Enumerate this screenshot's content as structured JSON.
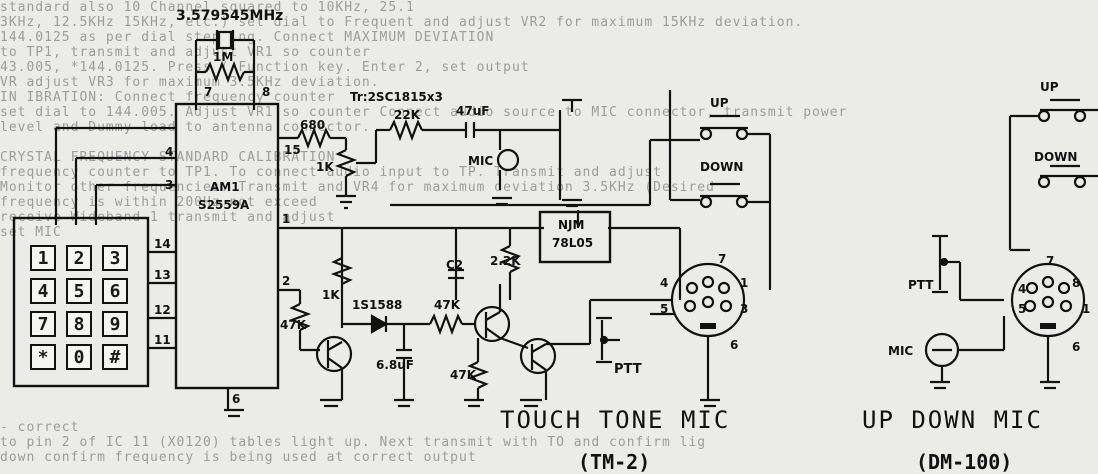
{
  "background_text": [
    "                                      standard also 10  Channel squared to 10KHz, 25.1",
    "  3KHz, 12.5KHz 15KHz, etc.) set dial to   Frequent and adjust VR2 for maximum 15KHz deviation.",
    "  144.0125 as per dial stepping. Connect                    MAXIMUM DEVIATION",
    "  to TP1, transmit and adjust VR1 so counter",
    "  43.005, *144.0125.              Press (  Function key. Enter 2, set output",
    "                                  VR adjust VR3 for maximum 3.5KHz deviation.",
    "  IN IBRATION: Connect frequency counter",
    "  set dial to 144.005. Adjust VR1 so counter      Connect audio source to MIC connector, transmit power",
    "                                    level and Dummy load to antenna connector.",
    "",
    "  CRYSTAL FREQUENCY STANDARD CALIBRATION",
    "    frequency counter to TP1.  To      connect audio input to TP. Transmit and adjust",
    "    Monitor other frequencies. Transmit and  VR4 for maximum deviation 3.5KHz (Desired",
    "    frequency is within 200Hz   not exceed",
    "                            receive       Wideband 1 transmit and adjust",
    "                                                     set MIC",
    "",
    "",
    "",
    "",
    "",
    "",
    "",
    "",
    "",
    "",
    "",
    "",
    "  - correct",
    "  to pin 2 of IC 11 (X0120) tables       light up. Next transmit with TO and confirm lig",
    "  down        confirm frequency         is being used at correct                 output"
  ],
  "crystal": {
    "freq": "3.579545MHz",
    "resistor": "1M"
  },
  "ic_main": {
    "name_line1": "AM1",
    "name_line2": "S2559A"
  },
  "ic_pins": {
    "p7": "7",
    "p8": "8",
    "p15": "15",
    "p4": "4",
    "p3": "3",
    "p1": "1",
    "p14": "14",
    "p13": "13",
    "p12": "12",
    "p11": "11",
    "p2": "2",
    "p6": "6"
  },
  "keypad_keys": [
    "1",
    "2",
    "3",
    "4",
    "5",
    "6",
    "7",
    "8",
    "9",
    "*",
    "0",
    "#"
  ],
  "components": {
    "transistor_type": "Tr:2SC1815x3",
    "r_680": "680",
    "r_22k": "22K",
    "c_47uf": "47uF",
    "vr_1k": "1K",
    "mic_ic": "MIC",
    "r_1k_b": "1K",
    "r_47k_left": "47K",
    "diode": "1S1588",
    "cap_68uf": "6.8uF",
    "r_47k_mid": "47K",
    "c2": "C2",
    "r_22k_b": "2.2K",
    "r_47k_low": "47K",
    "regulator_line1": "NJM",
    "regulator_line2": "78L05",
    "ptt": "PTT"
  },
  "tm2": {
    "up": "UP",
    "down": "DOWN",
    "pins": [
      "7",
      "4",
      "5",
      "1",
      "6",
      "3"
    ],
    "caption": "TOUCH TONE MIC",
    "model": "(TM-2)"
  },
  "dm100": {
    "up": "UP",
    "down": "DOWN",
    "ptt": "PTT",
    "mic": "MIC",
    "pins": [
      "7",
      "4",
      "5",
      "6",
      "8",
      "1"
    ],
    "caption": "UP DOWN MIC",
    "model": "(DM-100)"
  },
  "colors": {
    "paper": "#ebebe8",
    "ink": "#111111",
    "faded": "#9c9c9a"
  }
}
